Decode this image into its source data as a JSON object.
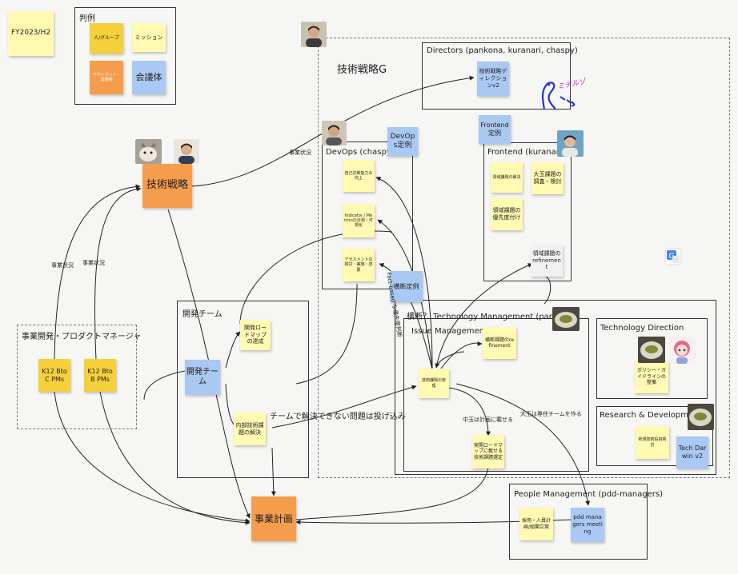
{
  "fy_note": "FY2023/H2",
  "legend": {
    "title": "判例",
    "items": [
      "人/グループ",
      "ミッション",
      "アウトプット・成果物",
      "会議体"
    ]
  },
  "groups": {
    "tech_strategy_g": "技術戦略G",
    "directors": "Directors (pankona, kuranari, chaspy)",
    "devops": "DevOps (chaspy)",
    "frontend": "Frontend (kuranari)",
    "dev_team": "開発チーム",
    "biz_pm": "事業開発・プロダクトマネージャ",
    "cross": "横断？ Technology Management (pankona)",
    "issue_mgmt": "Issue Management",
    "tech_direction": "Technology Direction",
    "rnd": "Research & Development",
    "people_mgmt": "People Management (pdd-managers)"
  },
  "notes": {
    "tech_strategy": "技術戦略",
    "direction": "技術戦略ディレクションv2",
    "devops_meeting": "DevOps定例",
    "frontend_meeting": "Frontend定例",
    "cross_meeting": "横断定例",
    "devops_1": "自己診断能力の向上",
    "devops_2": "Indicator / Metricsの計測・可視化",
    "devops_3": "アセスメントの検討・実施・啓蒙",
    "fe_1": "領域課題の解決",
    "fe_2": "大玉課題の調査・検討",
    "fe_3": "領域課題の優先度付け",
    "fe_4": "領域課題のrefinement",
    "dev_1": "開発ロードマップの達成",
    "dev_team": "開発チーム",
    "dev_2": "内部技術課題の解決",
    "k12_btoc": "K12 BtoC PMs",
    "k12_btob": "K12 BtoB PMs",
    "im_1": "横断課題のrefinement",
    "im_2": "技術課題の管理",
    "im_3": "実開ロードマップに載せる技術課題選定",
    "td_1": "ポリシー・ガイドラインの整備",
    "rnd_1": "新規技術投資検討",
    "rnd_2": "Tech Darwin v2",
    "pm_1": "採用・人員計画/組閣立案",
    "pm_2": "pdd managers meeting",
    "biz_plan": "事業計画"
  },
  "edge_labels": {
    "biz_status_1": "事業状況",
    "biz_status_2": "事業状況",
    "biz_status_3": "事業状況",
    "unresolved": "チームで解決できない問題は投げ込み",
    "midsize": "中玉は計画に載せる",
    "large": "大玉は専任チームを作る",
    "fact_based": "Fact-based な優先度判断",
    "scribble": "ミテルゾ"
  },
  "colors": {
    "sticky_yellow": "#fff9b1",
    "sticky_gold": "#f5d03a",
    "sticky_orange": "#f59d4c",
    "sticky_blue": "#a9c8f2"
  },
  "icons": [
    "person-photo",
    "cat-photo",
    "plate-photo",
    "anime-character",
    "translate-icon",
    "dino-doodle"
  ]
}
